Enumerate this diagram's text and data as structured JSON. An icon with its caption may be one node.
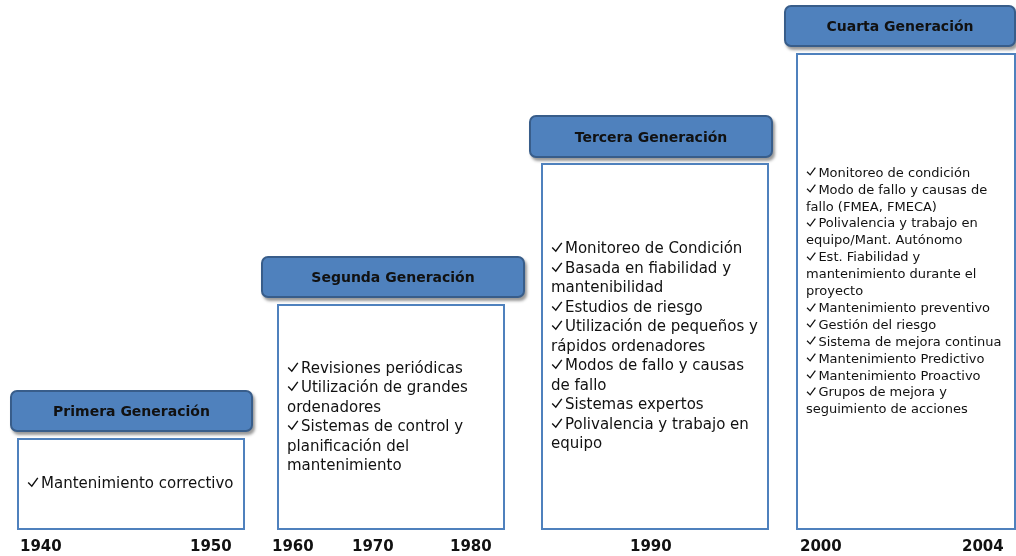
{
  "diagram": {
    "nodes": [
      {
        "text": [
          "Primera Generación"
        ]
      },
      {
        "text": [
          "Mantenimiento correctivo"
        ]
      },
      {
        "text": [
          "Segunda Generación"
        ]
      },
      {
        "text": [
          "Revisiones periódicas",
          "Utilización de grandes ordenadores",
          "Sistemas de control y planificación del mantenimiento"
        ]
      },
      {
        "text": [
          "Tercera Generación"
        ]
      },
      {
        "text": [
          "Monitoreo de Condición",
          "Basada en fiabilidad y mantenibilidad",
          "Estudios de riesgo",
          "Utilización de pequeños y rápidos ordenadores",
          "Modos de fallo y causas de fallo",
          "Sistemas expertos",
          "Polivalencia y trabajo en equipo"
        ]
      },
      {
        "text": [
          "Cuarta Generación"
        ]
      },
      {
        "text": [
          "Monitoreo de condición",
          "Modo de fallo y causas de fallo (FMEA, FMECA)",
          "Polivalencia y trabajo en equipo/Mant. Autónomo",
          "Est. Fiabilidad y mantenimiento durante el proyecto",
          "Mantenimiento preventivo",
          "Gestión del riesgo",
          "Sistema de mejora continua",
          "Mantenimiento Predictivo",
          "Mantenimiento Proactivo",
          "Grupos de mejora y seguimiento de acciones"
        ]
      }
    ],
    "edges": [],
    "labels": [
      "1940",
      "1950",
      "1960",
      "1970",
      "1980",
      "1990",
      "2000",
      "2004"
    ]
  }
}
